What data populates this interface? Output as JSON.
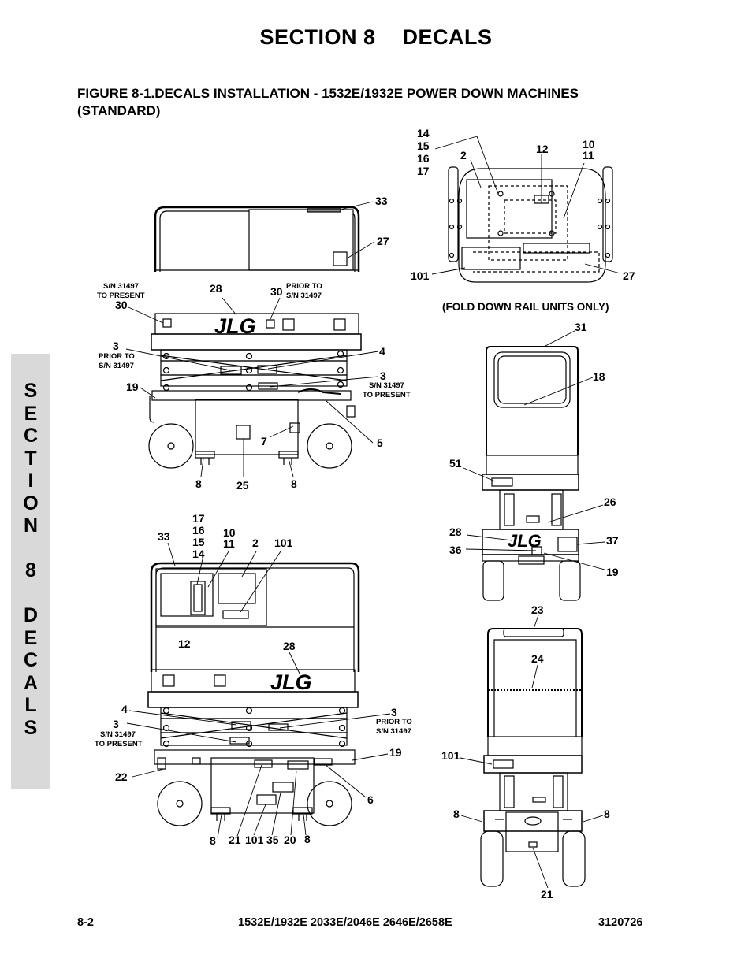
{
  "header": {
    "section_number": "SECTION 8",
    "section_name": "DECALS",
    "figure_title_line1": "FIGURE 8-1.DECALS INSTALLATION - 1532E/1932E POWER DOWN MACHINES",
    "figure_title_line2": "(STANDARD)"
  },
  "side_tab": {
    "letters": [
      "S",
      "E",
      "C",
      "T",
      "I",
      "O",
      "N",
      "",
      "8",
      "",
      "D",
      "E",
      "C",
      "A",
      "L",
      "S"
    ]
  },
  "footer": {
    "page": "8-2",
    "models": "1532E/1932E 2033E/2046E 2646E/2658E",
    "doc_number": "3120726"
  },
  "diagram": {
    "fold_caption": "(FOLD DOWN RAIL UNITS ONLY)",
    "logo": "JLG",
    "notes": {
      "sn_present_1": "S/N 31497",
      "sn_present_2": "TO PRESENT",
      "prior_1": "PRIOR TO",
      "prior_2": "S/N 31497"
    },
    "callouts": {
      "c14": "14",
      "c15": "15",
      "c16": "16",
      "c17": "17",
      "c2": "2",
      "c12": "12",
      "c10": "10",
      "c11": "11",
      "c101": "101",
      "c27": "27",
      "c33": "33",
      "c28": "28",
      "c30": "30",
      "c3": "3",
      "c4": "4",
      "c19": "19",
      "c5": "5",
      "c7": "7",
      "c8": "8",
      "c25": "25",
      "c31": "31",
      "c18": "18",
      "c51": "51",
      "c26": "26",
      "c37": "37",
      "c36": "36",
      "c23": "23",
      "c24": "24",
      "c22": "22",
      "c6": "6",
      "c21": "21",
      "c35": "35",
      "c20": "20"
    }
  }
}
